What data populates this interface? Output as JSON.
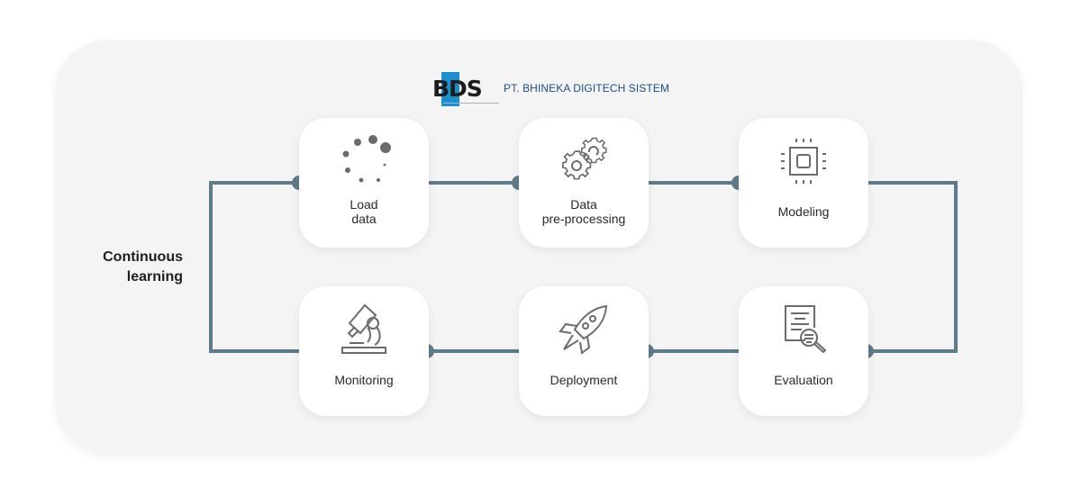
{
  "logo": {
    "mark_text": "BDS",
    "company_name": "PT. BHINEKA DIGITECH SISTEM",
    "colors": {
      "mark_blue": "#1d8fd1",
      "mark_dark": "#1c1c1c",
      "company_text": "#1a4f86"
    }
  },
  "cycle_label": "Continuous\nlearning",
  "steps": [
    {
      "label": "Load\ndata",
      "icon": "loading-dots-icon"
    },
    {
      "label": "Data\npre-processing",
      "icon": "gears-icon"
    },
    {
      "label": "Modeling",
      "icon": "chip-icon"
    },
    {
      "label": "Evaluation",
      "icon": "document-magnifier-icon"
    },
    {
      "label": "Deployment",
      "icon": "rocket-icon"
    },
    {
      "label": "Monitoring",
      "icon": "microscope-icon"
    }
  ],
  "colors": {
    "connector": "#5e7b8b",
    "panel_bg": "#f4f4f4",
    "card_bg": "#ffffff",
    "icon_stroke": "#6b6b6b"
  }
}
